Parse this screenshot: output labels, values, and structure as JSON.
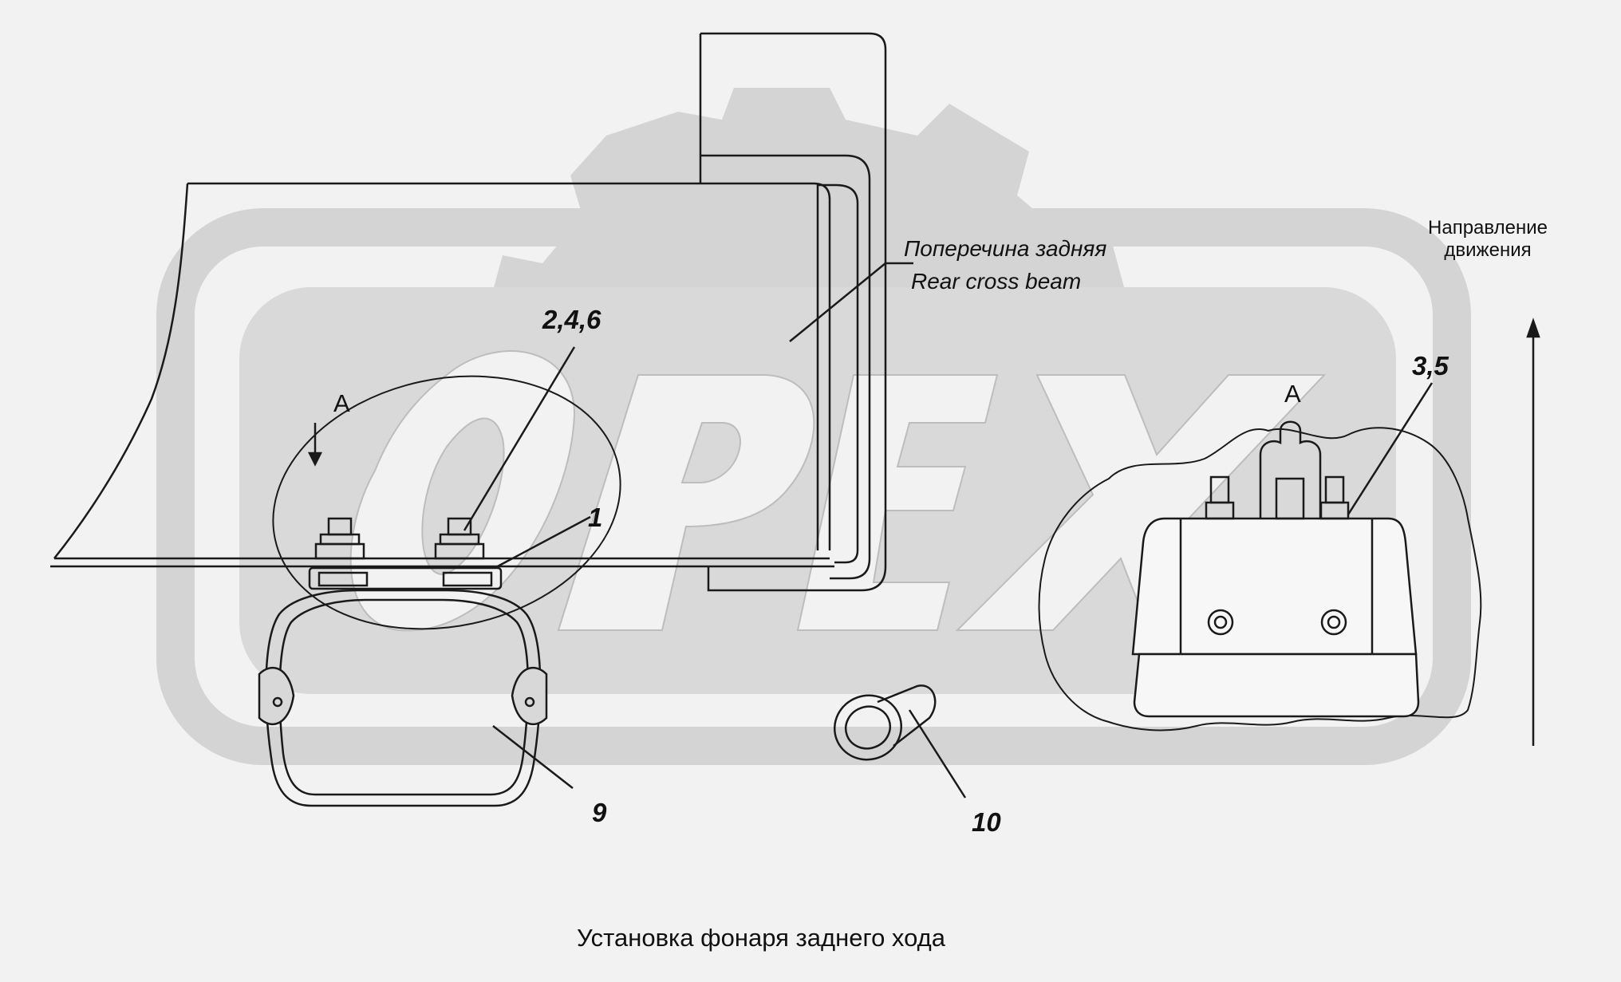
{
  "labels": {
    "beam_ru": "Поперечина задняя",
    "beam_en": "Rear cross beam",
    "direction_line1": "Направление",
    "direction_line2": "движения",
    "view_a_left": "А",
    "view_a_right": "А",
    "caption": "Установка фонаря заднего хода"
  },
  "callouts": {
    "c246": "2,4,6",
    "c1": "1",
    "c35": "3,5",
    "c9": "9",
    "c10": "10"
  },
  "watermark": {
    "text": "OPEX",
    "color": "#d0d0d0"
  },
  "colors": {
    "line": "#1a1a1a",
    "background": "#f2f2f2"
  }
}
